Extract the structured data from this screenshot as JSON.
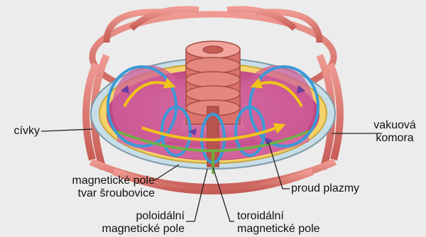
{
  "labels": {
    "coils": "cívky",
    "vacuum_chamber_line1": "vakuová",
    "vacuum_chamber_line2": "komora",
    "helical_field_line1": "magnetické pole",
    "helical_field_line2": "tvar šroubovice",
    "plasma_current": "proud plazmy",
    "poloidal_field_line1": "poloidální",
    "poloidal_field_line2": "magnetické pole",
    "toroidal_field_line1": "toroidální",
    "toroidal_field_line2": "magnetické pole"
  },
  "colors": {
    "background": "#ececec",
    "coil": "#e07c74",
    "coil_shadow": "#b8544f",
    "vacuum_vessel": "#c7dde8",
    "plasma": "#c2407f",
    "poloidal_field": "#3a9ad6",
    "toroidal_field": "#6cb33f",
    "plasma_current": "#f0c419",
    "helical_field": "#6b3fa0",
    "leader": "#222222"
  },
  "icons": {
    "current_arrow": "arrow-head-icon"
  }
}
